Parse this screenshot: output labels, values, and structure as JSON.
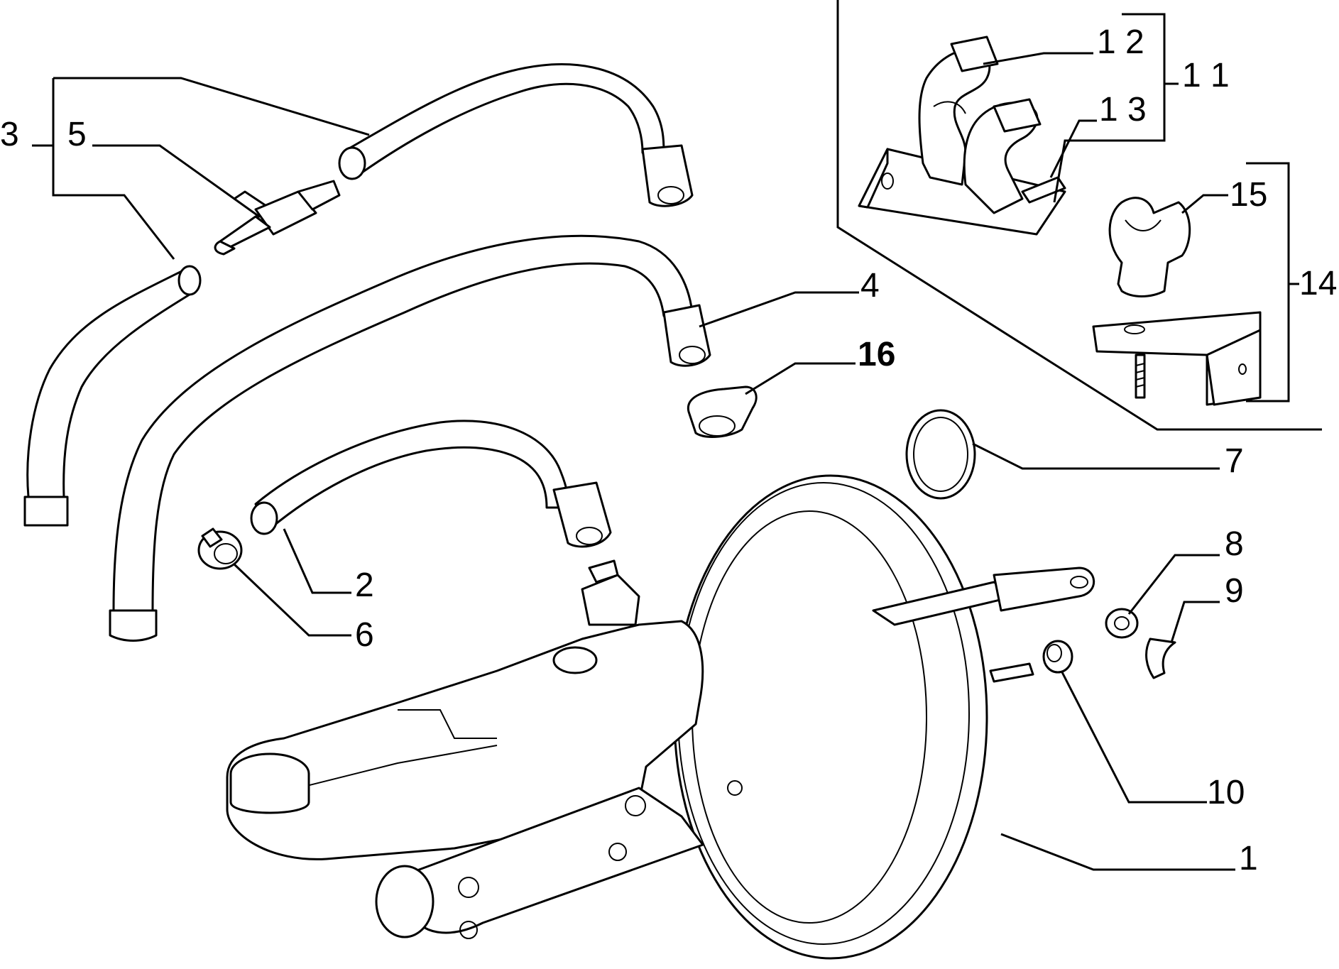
{
  "callouts": {
    "c1": "1",
    "c2": "2",
    "c3": "3",
    "c4": "4",
    "c5": "5",
    "c6": "6",
    "c7": "7",
    "c8": "8",
    "c9": "9",
    "c10": "10",
    "c11": "1 1",
    "c12": "1 2",
    "c13": "1 3",
    "c14": "14",
    "c15": "15",
    "c16": "16"
  }
}
